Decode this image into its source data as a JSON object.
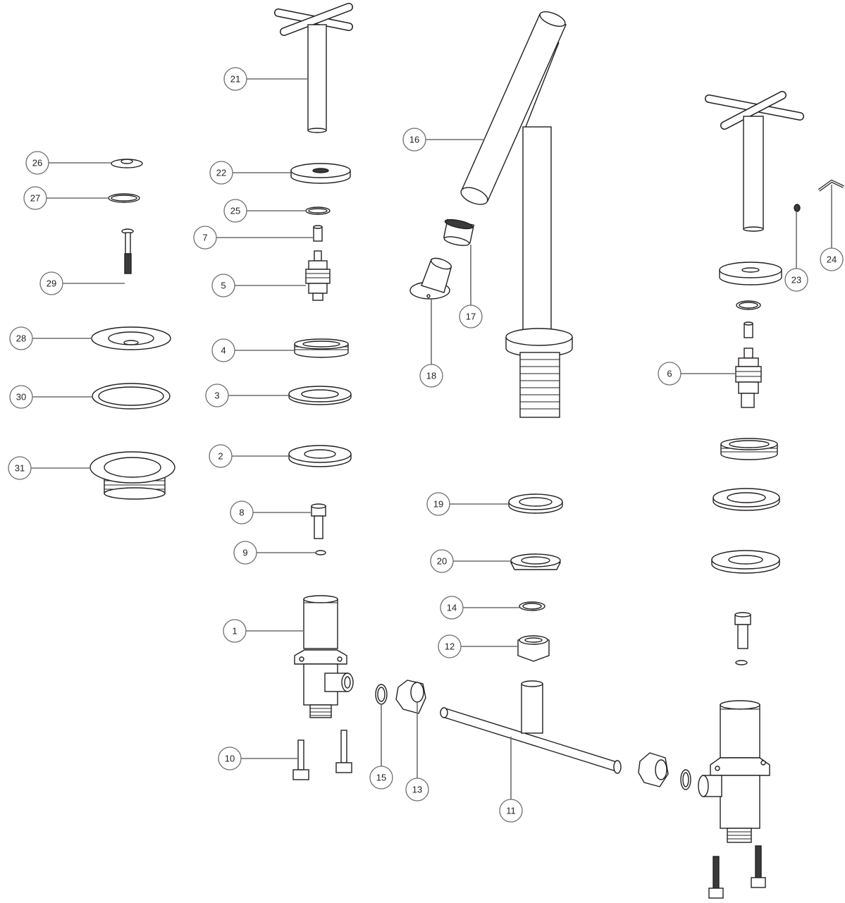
{
  "diagram": {
    "callouts": [
      {
        "label": "21",
        "part": "cross-handle-left"
      },
      {
        "label": "22",
        "part": "handle-flange-left"
      },
      {
        "label": "25",
        "part": "o-ring-handle-left"
      },
      {
        "label": "7",
        "part": "spindle-adapter-left"
      },
      {
        "label": "5",
        "part": "valve-cartridge-left"
      },
      {
        "label": "4",
        "part": "locknut-left"
      },
      {
        "label": "3",
        "part": "washer-left"
      },
      {
        "label": "2",
        "part": "base-washer-left"
      },
      {
        "label": "8",
        "part": "inlet-adapter-left"
      },
      {
        "label": "9",
        "part": "small-o-ring-left"
      },
      {
        "label": "1",
        "part": "valve-body-left"
      },
      {
        "label": "10",
        "part": "mounting-screws-left"
      },
      {
        "label": "15",
        "part": "o-ring-connector"
      },
      {
        "label": "13",
        "part": "hex-nut-connector"
      },
      {
        "label": "11",
        "part": "t-connector-pipe"
      },
      {
        "label": "16",
        "part": "spout"
      },
      {
        "label": "17",
        "part": "aerator"
      },
      {
        "label": "18",
        "part": "aerator-key"
      },
      {
        "label": "19",
        "part": "spout-washer"
      },
      {
        "label": "20",
        "part": "spout-locknut"
      },
      {
        "label": "14",
        "part": "spout-o-ring"
      },
      {
        "label": "12",
        "part": "spout-hex-nut"
      },
      {
        "label": "26",
        "part": "drain-cap"
      },
      {
        "label": "27",
        "part": "drain-o-ring"
      },
      {
        "label": "29",
        "part": "drain-bolt"
      },
      {
        "label": "28",
        "part": "drain-flange"
      },
      {
        "label": "30",
        "part": "drain-gasket"
      },
      {
        "label": "31",
        "part": "drain-body"
      },
      {
        "label": "6",
        "part": "valve-cartridge-right"
      },
      {
        "label": "23",
        "part": "set-screw"
      },
      {
        "label": "24",
        "part": "hex-key"
      }
    ]
  }
}
